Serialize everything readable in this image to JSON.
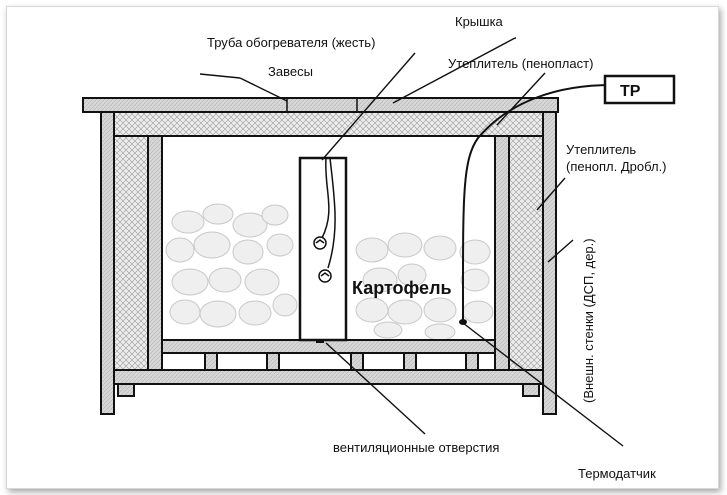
{
  "labels": {
    "lid": "Крышка",
    "heater_pipe": "Труба обогревателя (жесть)",
    "hinges": "Завесы",
    "insulation_top": "Утеплитель (пенопласт)",
    "insulation_side_1": "Утеплитель",
    "insulation_side_2": "(пенопл. Дробл.)",
    "outer_wall": "(Внешн. стенки (ДСП, дер.)",
    "potatoes": "Картофель",
    "vents": "вентиляционные отверстия",
    "thermosensor": "Термодатчик",
    "tr_box": "ТР"
  },
  "colors": {
    "line": "#111111",
    "wood": "#cfcfcf",
    "insulation": "#e6e6e6",
    "potato": "#e9e9e9"
  }
}
